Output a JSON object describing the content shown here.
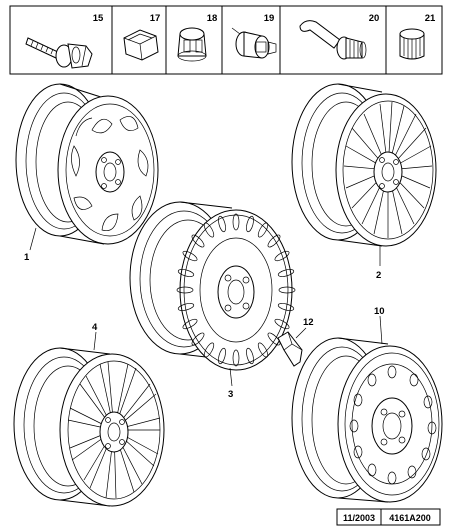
{
  "parts": [
    {
      "id": "15",
      "name": "bolt"
    },
    {
      "id": "17",
      "name": "nut-cap"
    },
    {
      "id": "18",
      "name": "locking-cap"
    },
    {
      "id": "19",
      "name": "locking-bolt"
    },
    {
      "id": "20",
      "name": "valve"
    },
    {
      "id": "21",
      "name": "valve-cap"
    }
  ],
  "callouts": {
    "c1": "1",
    "c2": "2",
    "c3": "3",
    "c4": "4",
    "c10": "10",
    "c12": "12"
  },
  "footer": {
    "date": "11/2003",
    "code": "4161A200"
  }
}
